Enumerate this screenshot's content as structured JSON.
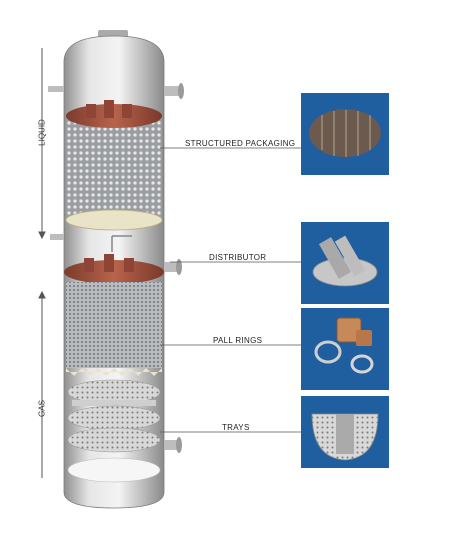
{
  "diagram": {
    "side_labels": {
      "liquid": "LIQUID",
      "gas": "GAS"
    },
    "callouts": [
      {
        "id": "structured-packaging",
        "label": "STRUCTURED PACKAGING"
      },
      {
        "id": "distributor",
        "label": "DISTRIBUTOR"
      },
      {
        "id": "pall-rings",
        "label": "PALL RINGS"
      },
      {
        "id": "trays",
        "label": "TRAYS"
      }
    ],
    "colors": {
      "shell": "#c9c9c9",
      "copper": "#a9533f",
      "thumb_bg": "#1f5fa0",
      "line": "#555555"
    }
  }
}
